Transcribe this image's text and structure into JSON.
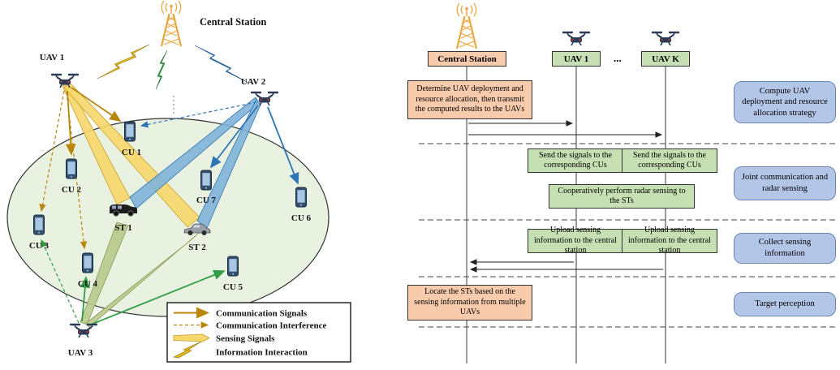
{
  "colors": {
    "orange_box": "#f8cbad",
    "green_box": "#c6e0b4",
    "blue_box": "#b4c6e7",
    "ellipse_fill": "#e9f1e0",
    "comm_signal": "#b8860b",
    "sensing_beam": "#f6d76b",
    "uav2_signal": "#2e75b6",
    "uav3_signal": "#2f9e44",
    "tower": "#eda63f"
  },
  "left": {
    "central_station_label": "Central Station",
    "uav_labels": [
      "UAV 1",
      "UAV 2",
      "UAV 3"
    ],
    "cu_labels": [
      "CU 1",
      "CU 2",
      "CU 3",
      "CU 4",
      "CU 5",
      "CU 6",
      "CU 7"
    ],
    "st_labels": [
      "ST 1",
      "ST 2"
    ],
    "legend": {
      "communication_signals": "Communication Signals",
      "communication_interference": "Communication Interference",
      "sensing_signals": "Sensing Signals",
      "information_interaction": "Information Interaction"
    }
  },
  "right": {
    "headers": {
      "central_station": "Central Station",
      "uav1": "UAV 1",
      "dots": "...",
      "uavk": "UAV K"
    },
    "messages": {
      "determine": "Determine UAV deployment and resource allocation, then transmit the computed results to the UAVs",
      "send_cus": "Send the signals to the corresponding CUs",
      "send_cus_2": "Send the signals to the corresponding CUs",
      "cooperate": "Cooperatively perform radar sensing to the STs",
      "upload": "Upload sensing information to the central station",
      "upload_2": "Upload sensing information to the central station",
      "locate": "Locate the STs based on the sensing information from multiple UAVs"
    },
    "phases": [
      "Compute UAV deployment and resource allocation strategy",
      "Joint communication and radar sensing",
      "Collect sensing information",
      "Target perception"
    ]
  }
}
